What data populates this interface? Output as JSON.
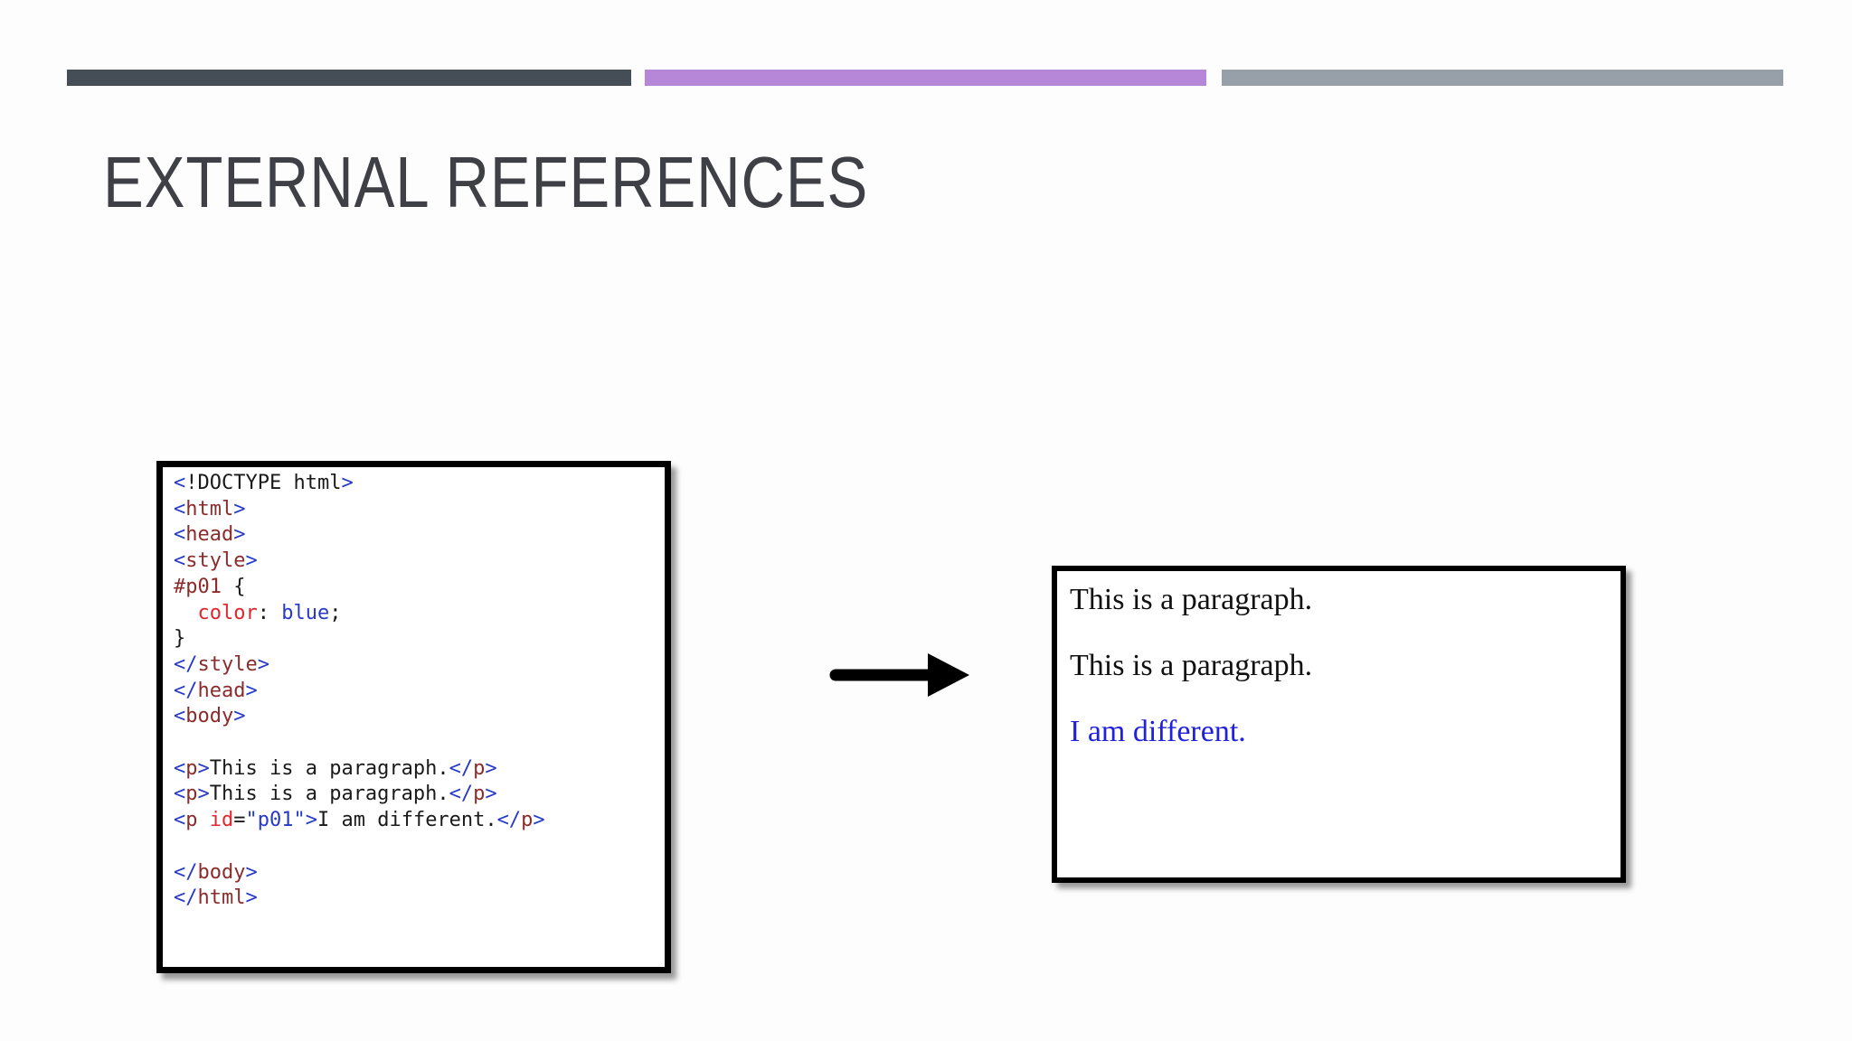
{
  "slide": {
    "title": "EXTERNAL REFERENCES",
    "background_color": "#fdfdfd",
    "title_color": "#3f4046",
    "accent_bars": [
      {
        "name": "dark-slate",
        "color": "#454e57"
      },
      {
        "name": "purple",
        "color": "#b687d8"
      },
      {
        "name": "gray",
        "color": "#97a0a9"
      }
    ]
  },
  "code_panel": {
    "border_color": "#000000",
    "palette": {
      "punct": "#2639c8",
      "tag": "#8b2b2b",
      "attr": "#e2262d",
      "prop": "#e2262d",
      "value": "#2639c8",
      "plain": "#1a1a1a"
    },
    "lines": [
      [
        {
          "t": "<",
          "c": "punct"
        },
        {
          "t": "!DOCTYPE html",
          "c": "plain"
        },
        {
          "t": ">",
          "c": "punct"
        }
      ],
      [
        {
          "t": "<",
          "c": "punct"
        },
        {
          "t": "html",
          "c": "tag"
        },
        {
          "t": ">",
          "c": "punct"
        }
      ],
      [
        {
          "t": "<",
          "c": "punct"
        },
        {
          "t": "head",
          "c": "tag"
        },
        {
          "t": ">",
          "c": "punct"
        }
      ],
      [
        {
          "t": "<",
          "c": "punct"
        },
        {
          "t": "style",
          "c": "tag"
        },
        {
          "t": ">",
          "c": "punct"
        }
      ],
      [
        {
          "t": "#p01",
          "c": "tag"
        },
        {
          "t": " {",
          "c": "plain"
        }
      ],
      [
        {
          "t": "  ",
          "c": "plain"
        },
        {
          "t": "color",
          "c": "prop"
        },
        {
          "t": ": ",
          "c": "plain"
        },
        {
          "t": "blue",
          "c": "value"
        },
        {
          "t": ";",
          "c": "plain"
        }
      ],
      [
        {
          "t": "}",
          "c": "plain"
        }
      ],
      [
        {
          "t": "</",
          "c": "punct"
        },
        {
          "t": "style",
          "c": "tag"
        },
        {
          "t": ">",
          "c": "punct"
        }
      ],
      [
        {
          "t": "</",
          "c": "punct"
        },
        {
          "t": "head",
          "c": "tag"
        },
        {
          "t": ">",
          "c": "punct"
        }
      ],
      [
        {
          "t": "<",
          "c": "punct"
        },
        {
          "t": "body",
          "c": "tag"
        },
        {
          "t": ">",
          "c": "punct"
        }
      ],
      [],
      [
        {
          "t": "<",
          "c": "punct"
        },
        {
          "t": "p",
          "c": "tag"
        },
        {
          "t": ">",
          "c": "punct"
        },
        {
          "t": "This is a paragraph.",
          "c": "plain"
        },
        {
          "t": "</",
          "c": "punct"
        },
        {
          "t": "p",
          "c": "tag"
        },
        {
          "t": ">",
          "c": "punct"
        }
      ],
      [
        {
          "t": "<",
          "c": "punct"
        },
        {
          "t": "p",
          "c": "tag"
        },
        {
          "t": ">",
          "c": "punct"
        },
        {
          "t": "This is a paragraph.",
          "c": "plain"
        },
        {
          "t": "</",
          "c": "punct"
        },
        {
          "t": "p",
          "c": "tag"
        },
        {
          "t": ">",
          "c": "punct"
        }
      ],
      [
        {
          "t": "<",
          "c": "punct"
        },
        {
          "t": "p",
          "c": "tag"
        },
        {
          "t": " ",
          "c": "plain"
        },
        {
          "t": "id",
          "c": "attr"
        },
        {
          "t": "=",
          "c": "plain"
        },
        {
          "t": "\"p01\"",
          "c": "value"
        },
        {
          "t": ">",
          "c": "punct"
        },
        {
          "t": "I am different.",
          "c": "plain"
        },
        {
          "t": "</",
          "c": "punct"
        },
        {
          "t": "p",
          "c": "tag"
        },
        {
          "t": ">",
          "c": "punct"
        }
      ],
      [],
      [
        {
          "t": "</",
          "c": "punct"
        },
        {
          "t": "body",
          "c": "tag"
        },
        {
          "t": ">",
          "c": "punct"
        }
      ],
      [
        {
          "t": "</",
          "c": "punct"
        },
        {
          "t": "html",
          "c": "tag"
        },
        {
          "t": ">",
          "c": "punct"
        }
      ]
    ]
  },
  "arrow": {
    "color": "#000000",
    "direction": "right"
  },
  "output_panel": {
    "border_color": "#000000",
    "paragraphs": [
      {
        "text": "This is a paragraph.",
        "color": "#111111"
      },
      {
        "text": "This is a paragraph.",
        "color": "#111111"
      },
      {
        "text": "I am different.",
        "color": "#2020dd"
      }
    ]
  }
}
